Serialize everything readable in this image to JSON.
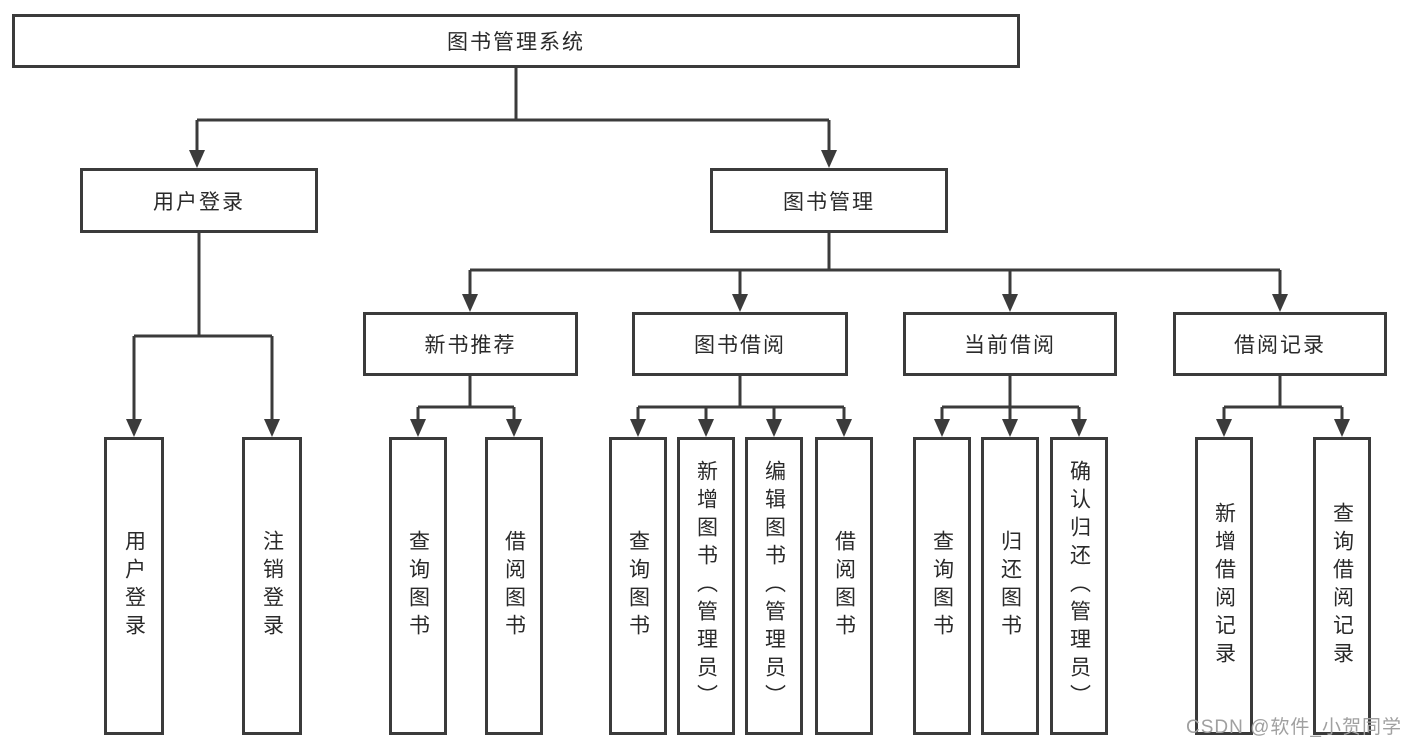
{
  "watermark": "CSDN @软件_小贺同学",
  "tree": {
    "label": "图书管理系统",
    "children": [
      {
        "label": "用户登录",
        "children": [
          {
            "label": "用户登录"
          },
          {
            "label": "注销登录"
          }
        ]
      },
      {
        "label": "图书管理",
        "children": [
          {
            "label": "新书推荐",
            "children": [
              {
                "label": "查询图书"
              },
              {
                "label": "借阅图书"
              }
            ]
          },
          {
            "label": "图书借阅",
            "children": [
              {
                "label": "查询图书"
              },
              {
                "label": "新增图书（管理员）"
              },
              {
                "label": "编辑图书（管理员）"
              },
              {
                "label": "借阅图书"
              }
            ]
          },
          {
            "label": "当前借阅",
            "children": [
              {
                "label": "查询图书"
              },
              {
                "label": "归还图书"
              },
              {
                "label": "确认归还（管理员）"
              }
            ]
          },
          {
            "label": "借阅记录",
            "children": [
              {
                "label": "新增借阅记录"
              },
              {
                "label": "查询借阅记录"
              }
            ]
          }
        ]
      }
    ]
  },
  "colors": {
    "line": "#3b3b3b",
    "box_border": "#3b3b3b",
    "box_fill": "#ffffff",
    "text": "#2a2a2a",
    "watermark": "#a0a0a0"
  }
}
